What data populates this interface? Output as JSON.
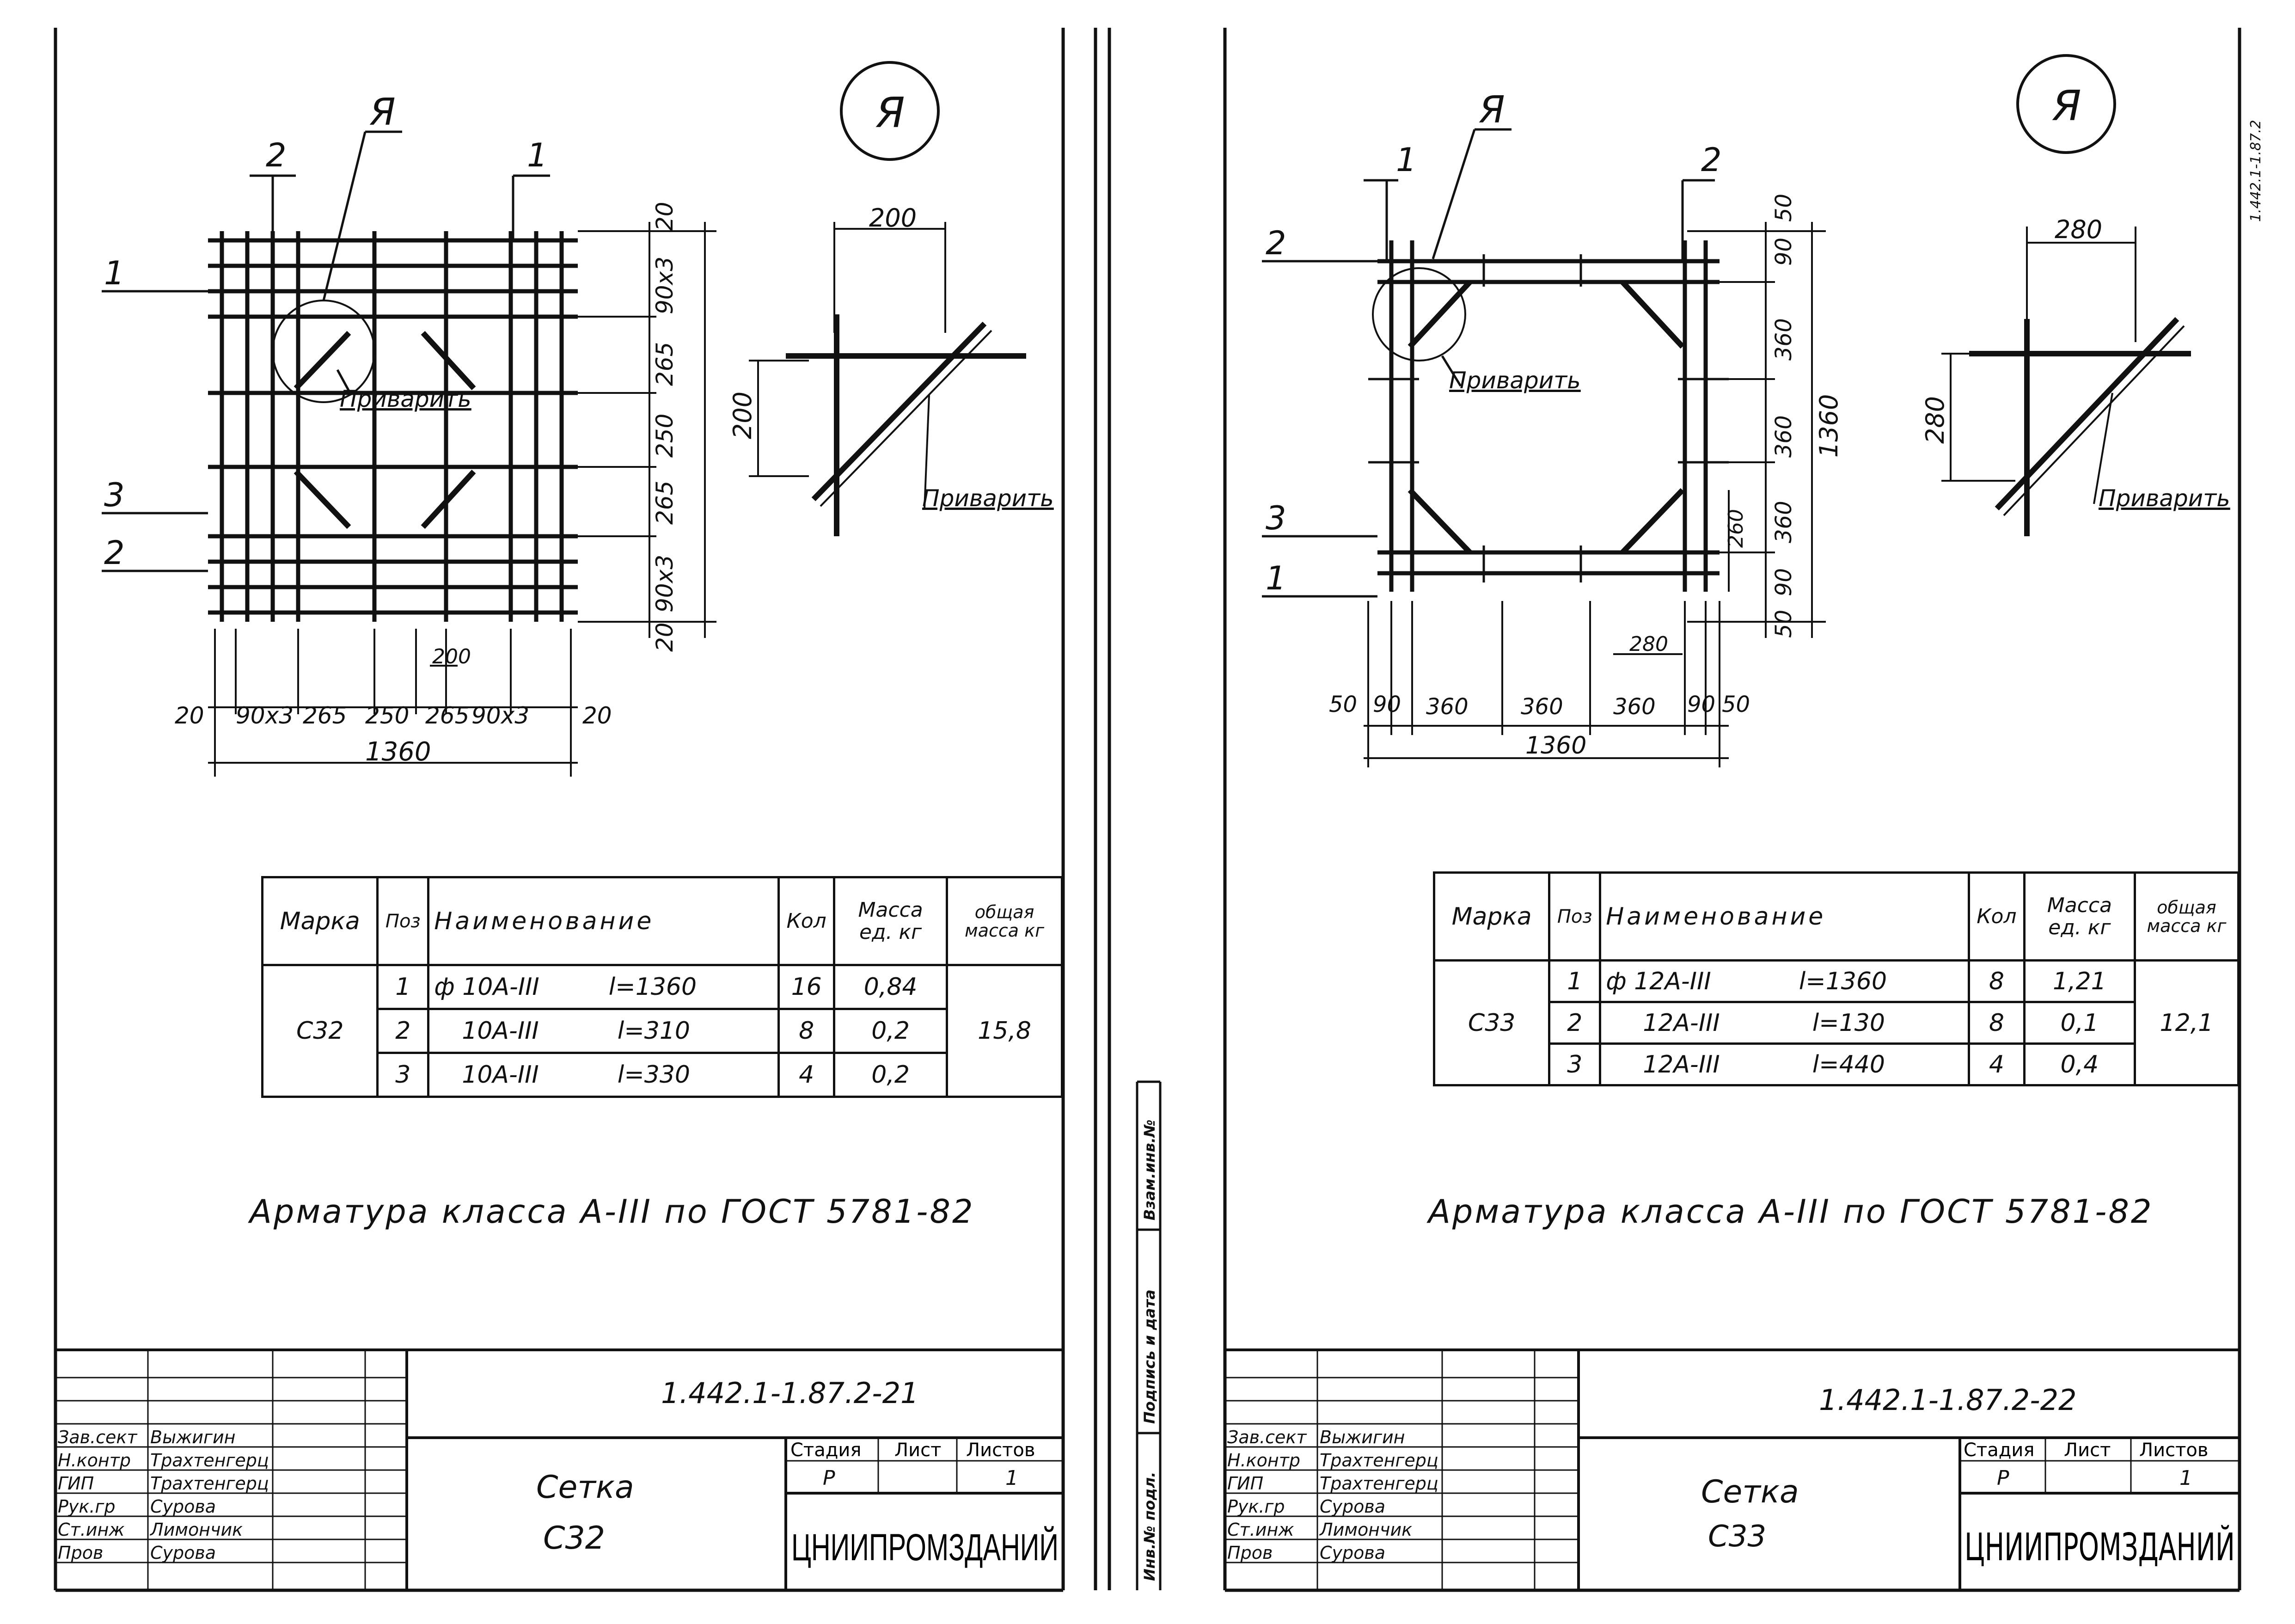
{
  "sheets": [
    {
      "view_label": "Я",
      "section_label": "Я",
      "bars_top": [
        "2",
        "1"
      ],
      "bars_left": [
        "1",
        "3",
        "2"
      ],
      "weld_note": "Приварить",
      "dims_bottom": [
        "20",
        "90x3",
        "265",
        "250",
        "265",
        "90x3",
        "20"
      ],
      "dim_total": "1360",
      "dims_right": [
        "20",
        "90x3",
        "265",
        "250",
        "265",
        "90x3",
        "20"
      ],
      "dim_200": "200",
      "detail_dims": {
        "top": "200",
        "side": "200"
      },
      "table": {
        "headers": {
          "mark": "Марка",
          "pos": "Поз",
          "name": "Наименование",
          "qty": "Кол",
          "mass": "Масса ед. кг",
          "total": "общая масса кг"
        },
        "mark": "С32",
        "rows": [
          {
            "pos": "1",
            "name": "ф 10А-III",
            "len": "l=1360",
            "qty": "16",
            "mass": "0,84"
          },
          {
            "pos": "2",
            "name": "10А-III",
            "len": "l=310",
            "qty": "8",
            "mass": "0,2"
          },
          {
            "pos": "3",
            "name": "10А-III",
            "len": "l=330",
            "qty": "4",
            "mass": "0,2"
          }
        ],
        "total": "15,8"
      },
      "note": "Арматура класса А-III по ГОСТ 5781-82",
      "title_block": {
        "code": "1.442.1-1.87.2-21",
        "roles": [
          "Зав.сект",
          "Н.контр",
          "ГИП",
          "Рук.гр",
          "Ст.инж",
          "Пров"
        ],
        "names": [
          "Выжигин",
          "Трахтенгерц",
          "Трахтенгерц",
          "Сурова",
          "Лимончик",
          "Сурова"
        ],
        "title": "Сетка",
        "subtitle": "С32",
        "stage_h": "Стадия",
        "sheet_h": "Лист",
        "sheets_h": "Листов",
        "stage": "Р",
        "sheet": "",
        "sheets": "1",
        "org": "ЦНИИПРОМЗДАНИЙ"
      }
    },
    {
      "view_label": "Я",
      "section_label": "Я",
      "bars_top": [
        "1",
        "2"
      ],
      "bars_left": [
        "2",
        "3",
        "1"
      ],
      "weld_note": "Приварить",
      "dims_bottom": [
        "50",
        "90",
        "360",
        "360",
        "360",
        "90",
        "50"
      ],
      "dim_total": "1360",
      "dims_right": [
        "50",
        "90",
        "360",
        "360",
        "360",
        "90",
        "50"
      ],
      "dim_total_right": "1360",
      "dim_260": "260",
      "dim_280b": "280",
      "detail_dims": {
        "top": "280",
        "side": "280"
      },
      "table": {
        "headers": {
          "mark": "Марка",
          "pos": "Поз",
          "name": "Наименование",
          "qty": "Кол",
          "mass": "Масса ед. кг",
          "total": "общая масса кг"
        },
        "mark": "С33",
        "rows": [
          {
            "pos": "1",
            "name": "ф 12А-III",
            "len": "l=1360",
            "qty": "8",
            "mass": "1,21"
          },
          {
            "pos": "2",
            "name": "12А-III",
            "len": "l=130",
            "qty": "8",
            "mass": "0,1"
          },
          {
            "pos": "3",
            "name": "12А-III",
            "len": "l=440",
            "qty": "4",
            "mass": "0,4"
          }
        ],
        "total": "12,1"
      },
      "note": "Арматура класса А-III по ГОСТ 5781-82",
      "title_block": {
        "code": "1.442.1-1.87.2-22",
        "roles": [
          "Зав.сект",
          "Н.контр",
          "ГИП",
          "Рук.гр",
          "Ст.инж",
          "Пров"
        ],
        "names": [
          "Выжигин",
          "Трахтенгерц",
          "Трахтенгерц",
          "Сурова",
          "Лимончик",
          "Сурова"
        ],
        "title": "Сетка",
        "subtitle": "С33",
        "stage_h": "Стадия",
        "sheet_h": "Лист",
        "sheets_h": "Листов",
        "stage": "Р",
        "sheet": "",
        "sheets": "1",
        "org": "ЦНИИПРОМЗДАНИЙ"
      }
    }
  ],
  "side_stamp": [
    "Взам.инв.№",
    "Подпись и дата",
    "Инв.№ подл."
  ],
  "corner_code": "1.442.1-1.87.2"
}
